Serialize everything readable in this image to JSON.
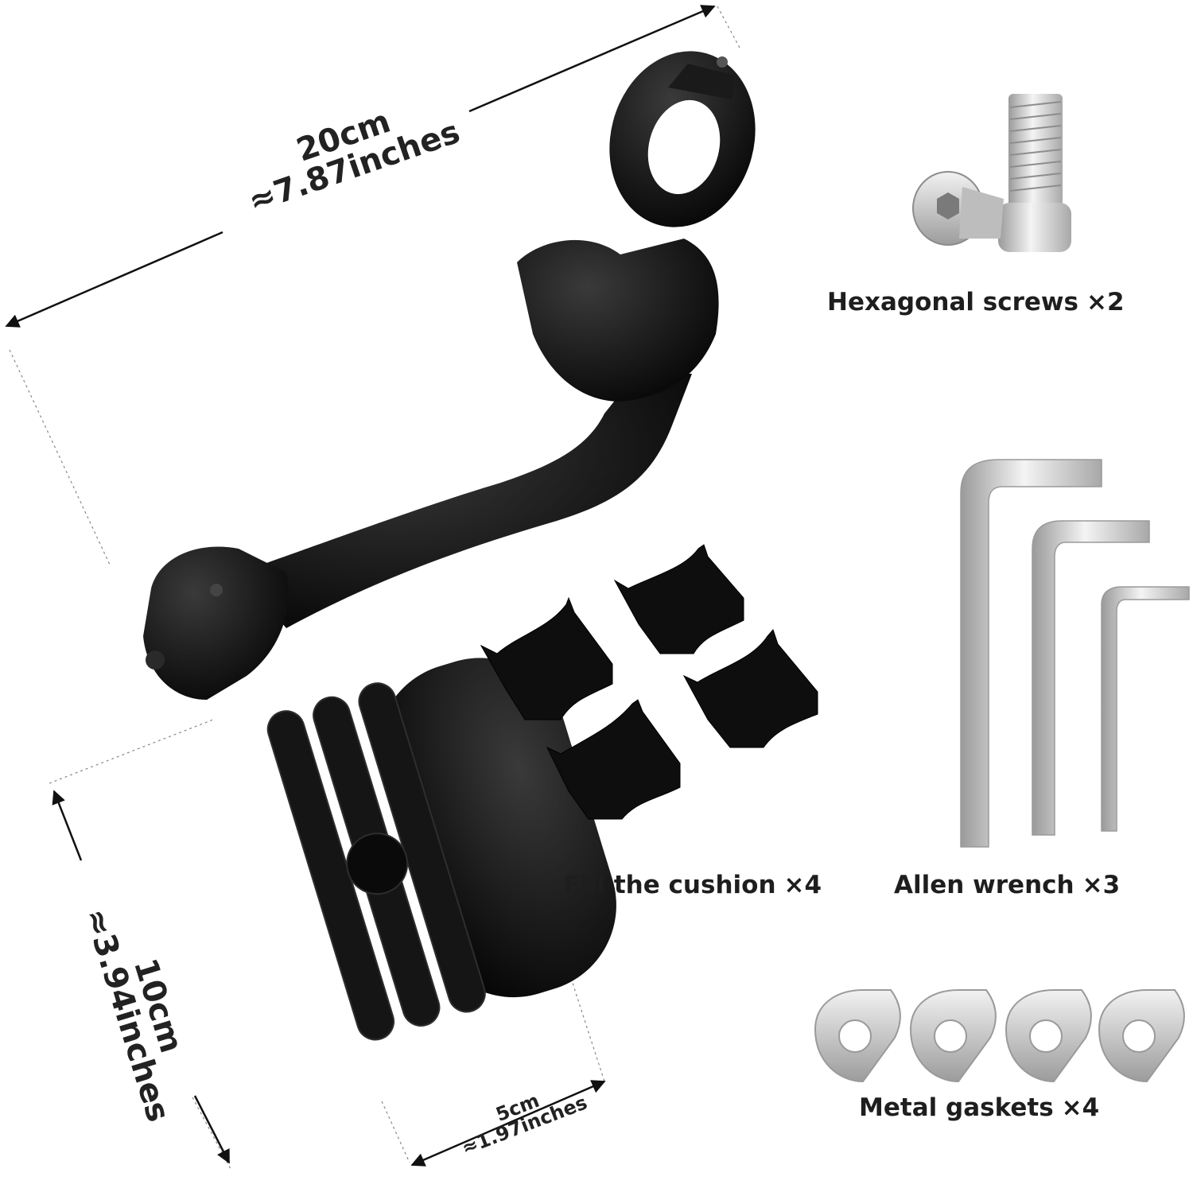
{
  "dimensions": {
    "length": {
      "metric": "20cm",
      "imperial": "≈7.87inches"
    },
    "height": {
      "metric": "10cm",
      "imperial": "≈3.94inches"
    },
    "width": {
      "metric": "5cm",
      "imperial": "≈1.97inches"
    }
  },
  "parts": {
    "screws": {
      "label": "Hexagonal screws",
      "qty": "×2",
      "icon": "hex-screw-icon"
    },
    "cushion": {
      "label": "Fill the cushion",
      "qty": "×4",
      "icon": "cushion-shim-icon"
    },
    "wrench": {
      "label": "Allen wrench",
      "qty": "×3",
      "icon": "allen-wrench-icon"
    },
    "gaskets": {
      "label": "Metal gaskets",
      "qty": "×4",
      "icon": "washer-icon"
    }
  },
  "colors": {
    "product": "#0d0d0d",
    "metal": "#c9c9c9",
    "text": "#1e1e1e"
  }
}
